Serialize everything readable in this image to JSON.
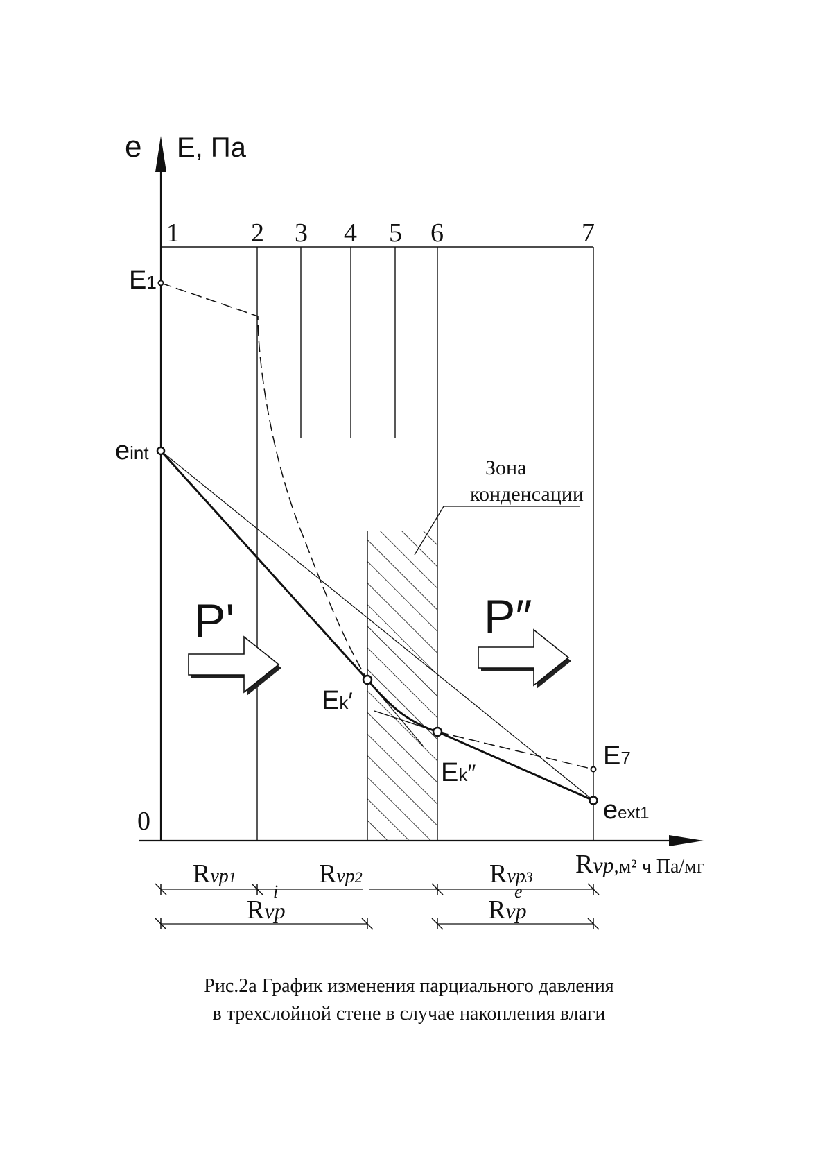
{
  "axes": {
    "y_label_e": "e",
    "y_label_E": "E, Па",
    "origin_label": "0",
    "x_label_R": "R",
    "x_label_sub": "vp",
    "x_label_units": ",м² ч Па/мг"
  },
  "layer_numbers": [
    "1",
    "2",
    "3",
    "4",
    "5",
    "6",
    "7"
  ],
  "points": {
    "E1": {
      "main": "E",
      "sub": "1"
    },
    "eint": {
      "main": "e",
      "sub": "int"
    },
    "Ek1": {
      "main": "E",
      "sub": "k",
      "prime": "′"
    },
    "Ek2": {
      "main": "E",
      "sub": "k",
      "prime": "″"
    },
    "E7": {
      "main": "E",
      "sub": "7"
    },
    "eext": {
      "main": "e",
      "sub": "ext1"
    }
  },
  "zone_label": [
    "Зона",
    "конденсации"
  ],
  "flows": {
    "left": "P'",
    "right": "P″"
  },
  "resistances": {
    "R": "R",
    "sub": "vp",
    "r1": "1",
    "r2": "2",
    "r3": "3",
    "sup_i": "i",
    "sup_e": "e"
  },
  "caption": [
    "Рис.2а  График изменения парциального давления",
    "в трехслойной стене  в случае накопления влаги"
  ],
  "colors": {
    "ink": "#111111",
    "background": "#ffffff"
  }
}
